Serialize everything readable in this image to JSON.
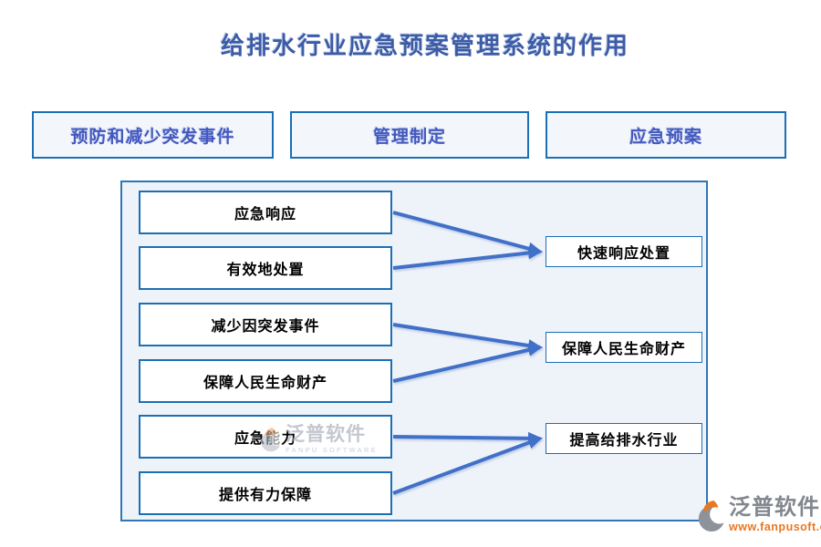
{
  "title": "给排水行业应急预案管理系统的作用",
  "header_boxes": [
    {
      "label": "预防和减少突发事件"
    },
    {
      "label": "管理制定"
    },
    {
      "label": "应急预案"
    }
  ],
  "flow": {
    "left_boxes": [
      "应急响应",
      "有效地处置",
      "减少因突发事件",
      "保障人民生命财产",
      "应急能力",
      "提供有力保障"
    ],
    "right_boxes": [
      "快速响应处置",
      "保障人民生命财产",
      "提高给排水行业"
    ],
    "connections": [
      [
        0,
        0
      ],
      [
        1,
        0
      ],
      [
        2,
        1
      ],
      [
        3,
        1
      ],
      [
        4,
        2
      ],
      [
        5,
        2
      ]
    ]
  },
  "watermark": {
    "brand": "泛普软件",
    "subtext": "FANPU SOFTWARE"
  },
  "logo": {
    "brand": "泛普软件",
    "url_text": "www.fanpusoft.com"
  },
  "colors": {
    "title_text": "#3D5CA6",
    "header_text": "#4558BE",
    "node_border": "#1B6FB5",
    "panel_border": "#2E76B6",
    "panel_bg": "#EEF3FA",
    "arrow": "#4170C8",
    "logo_grey": "#82868E",
    "logo_orange": "#E87722"
  }
}
